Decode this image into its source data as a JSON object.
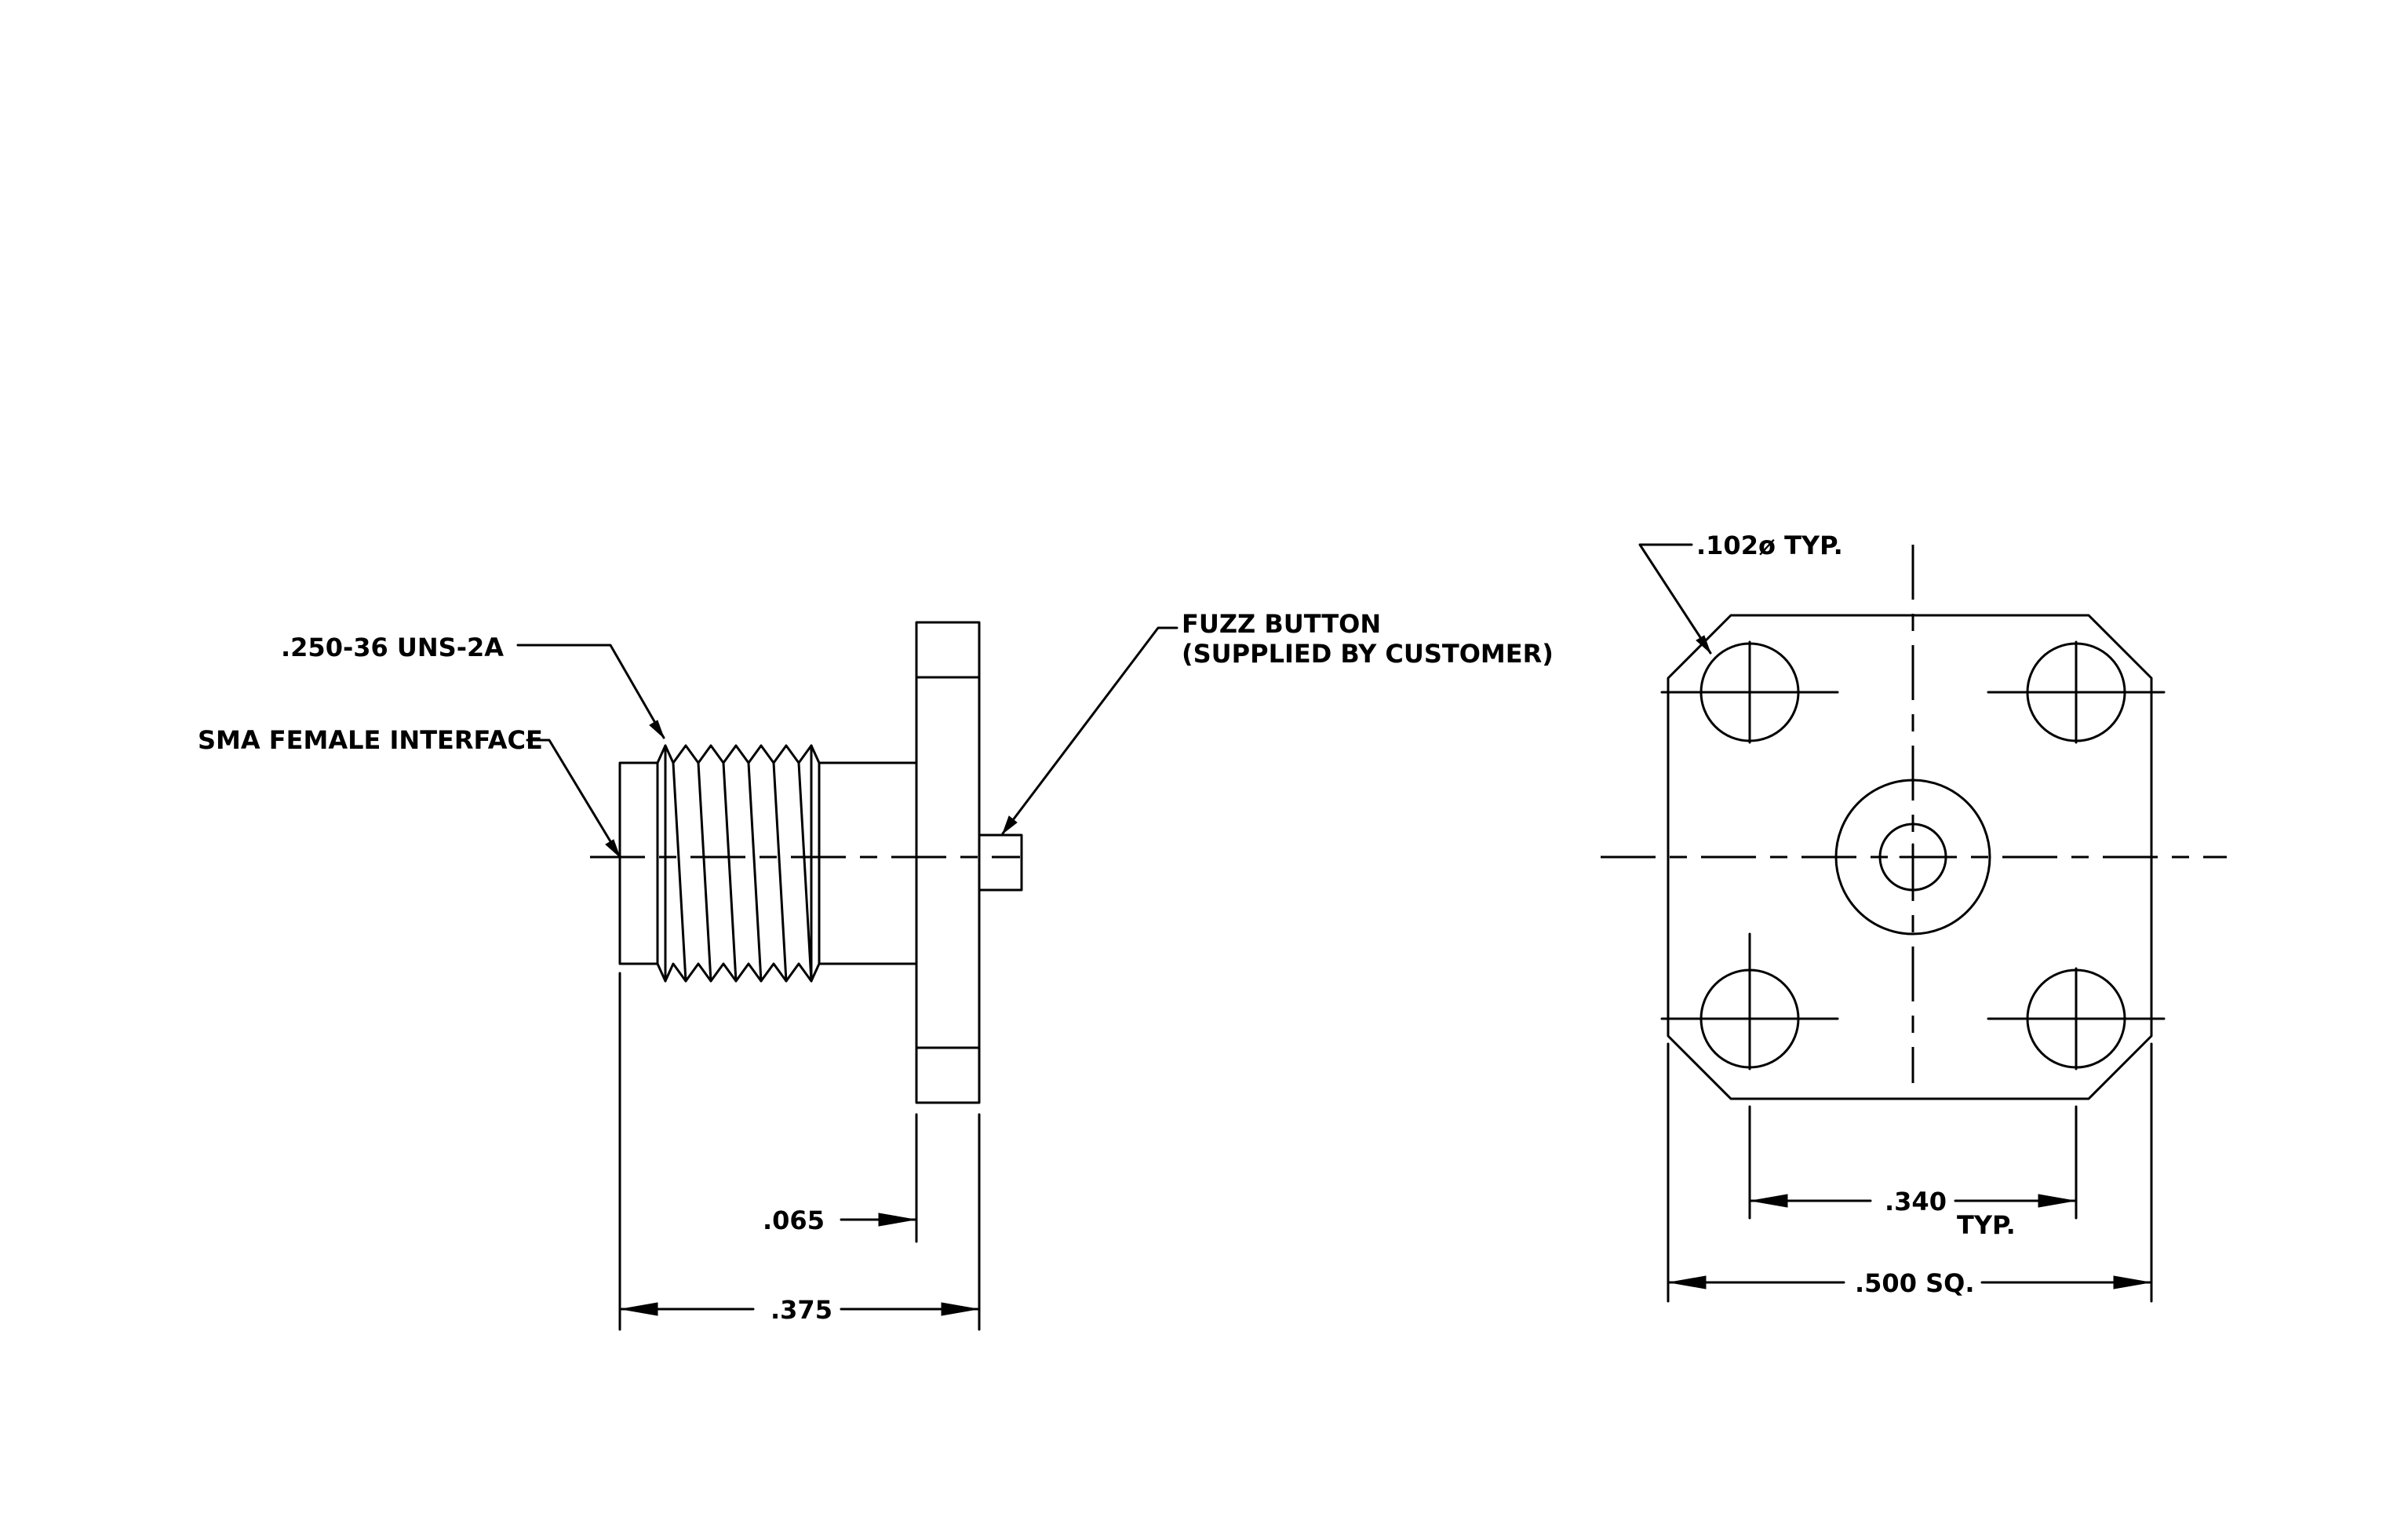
{
  "labels": {
    "thread_spec": ".250-36 UNS-2A",
    "sma_interface": "SMA FEMALE INTERFACE",
    "fuzz_button_line1": "FUZZ BUTTON",
    "fuzz_button_line2": "(SUPPLIED BY CUSTOMER)",
    "hole_dia": ".102ø TYP.",
    "dim_flange_thickness": ".065",
    "dim_overall_length": ".375",
    "dim_hole_spacing": ".340",
    "dim_hole_spacing_note": "TYP.",
    "dim_flange_square": ".500 SQ."
  }
}
